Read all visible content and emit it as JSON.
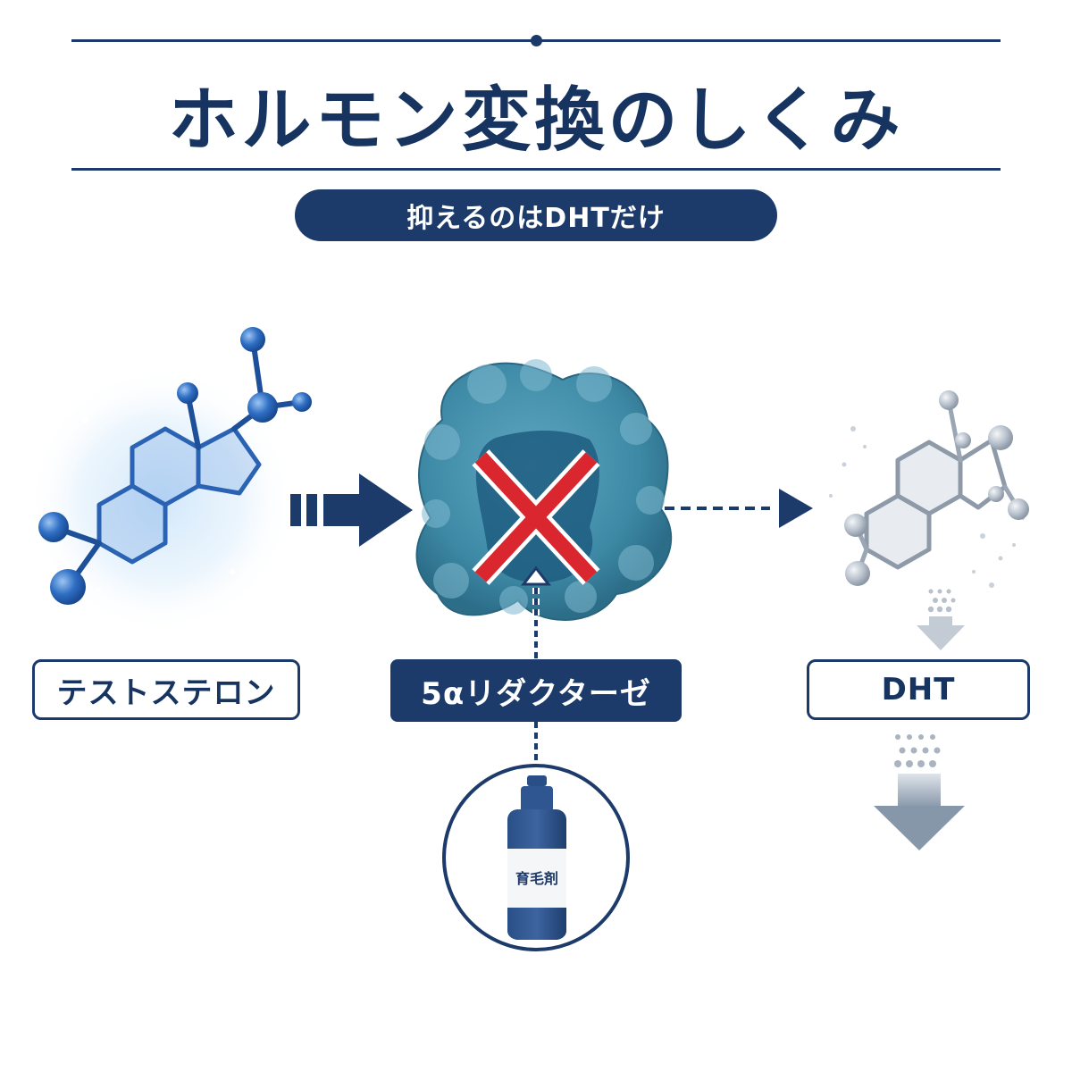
{
  "header": {
    "title": "ホルモン変換のしくみ",
    "subtitle": "抑えるのはDHTだけ"
  },
  "nodes": {
    "testosterone": "テストステロン",
    "enzyme": "5αリダクターゼ",
    "dht": "DHT"
  },
  "product": {
    "label": "育毛剤"
  },
  "colors": {
    "navy": "#1b3a6b",
    "molecule_blue": "#2f6fc4",
    "enzyme_teal": "#3e8aa6",
    "cross_red": "#d9262f",
    "faded_gray": "#9aa6b4"
  },
  "icons": {
    "testosterone_molecule": "steroid-molecule-icon",
    "enzyme_blob": "enzyme-protein-icon",
    "block_mark": "cross-mark-icon",
    "dht_molecule": "faded-molecule-icon",
    "bottle": "bottle-icon"
  }
}
